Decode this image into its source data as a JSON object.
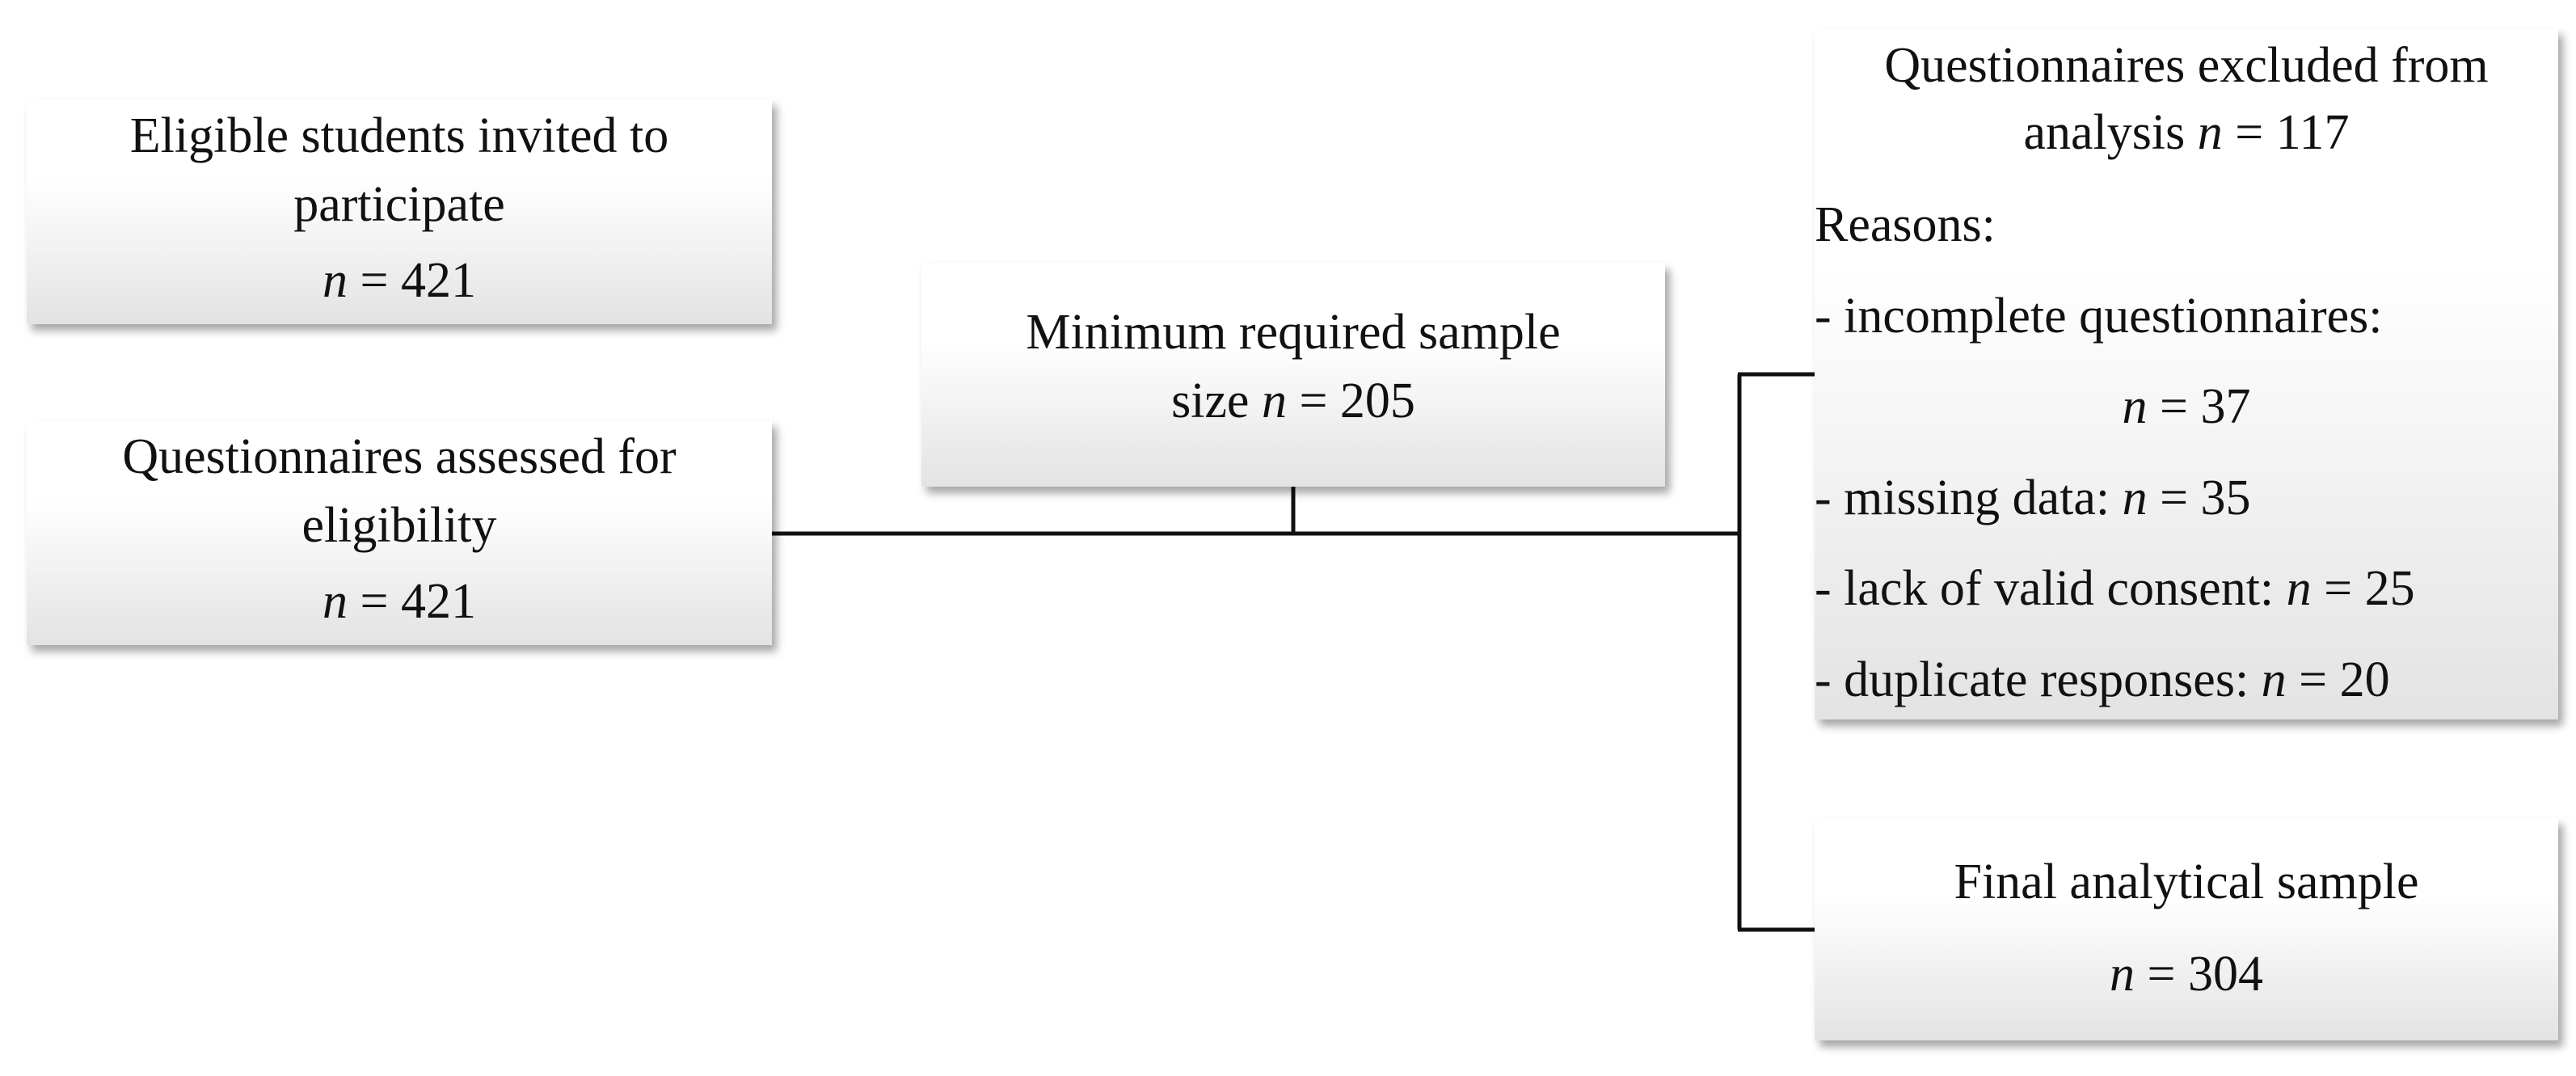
{
  "boxes": {
    "invited": {
      "title_lines": [
        "Eligible students invited to",
        "participate"
      ],
      "n_var": "n",
      "n_rest": " = 421"
    },
    "assessed": {
      "title_lines": [
        "Questionnaires assessed for",
        "eligibility"
      ],
      "n_var": "n",
      "n_rest": " = 421"
    },
    "minimum": {
      "line1": "Minimum required sample",
      "line2_pre": "size ",
      "n_var": "n",
      "n_rest": " = 205"
    },
    "excluded": {
      "title_line1": "Questionnaires excluded from",
      "title_line2_pre": "analysis ",
      "n_var": "n",
      "n_rest": " = 117",
      "reasons_label": "Reasons:",
      "reasons": [
        {
          "pre": " - incomplete questionnaires:",
          "n_var": "",
          "n_rest": ""
        },
        {
          "pre": "",
          "n_var": "n",
          "n_rest": " = 37"
        },
        {
          "pre": "- missing data: ",
          "n_var": "n",
          "n_rest": " = 35"
        },
        {
          "pre": "- lack of valid consent: ",
          "n_var": "n",
          "n_rest": " = 25"
        },
        {
          "pre": "- duplicate responses: ",
          "n_var": "n",
          "n_rest": " = 20"
        }
      ]
    },
    "final": {
      "title": "Final analytical sample",
      "n_var": "n",
      "n_rest": " = 304"
    }
  }
}
